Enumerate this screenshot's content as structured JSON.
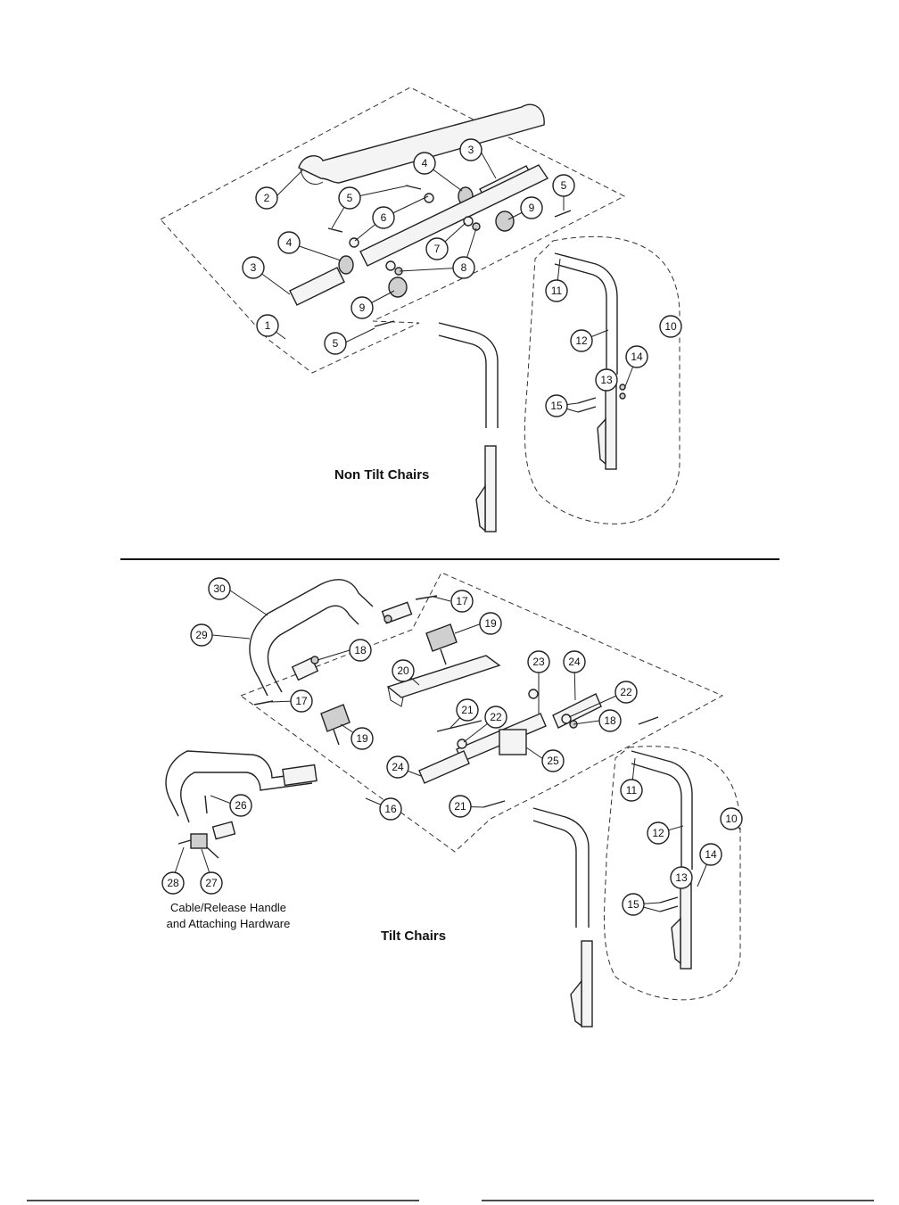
{
  "captions": {
    "non_tilt": "Non Tilt Chairs",
    "tilt": "Tilt Chairs",
    "cable_line1": "Cable/Release Handle",
    "cable_line2": "and Attaching Hardware"
  },
  "callouts_top": [
    "1",
    "2",
    "3",
    "3",
    "4",
    "4",
    "5",
    "5",
    "5",
    "6",
    "7",
    "8",
    "9",
    "9",
    "10",
    "11",
    "12",
    "13",
    "14",
    "15"
  ],
  "callouts_bottom": [
    "10",
    "11",
    "12",
    "13",
    "14",
    "15",
    "16",
    "17",
    "17",
    "18",
    "18",
    "19",
    "19",
    "20",
    "21",
    "21",
    "22",
    "22",
    "23",
    "24",
    "24",
    "25",
    "26",
    "27",
    "28",
    "29",
    "30"
  ]
}
